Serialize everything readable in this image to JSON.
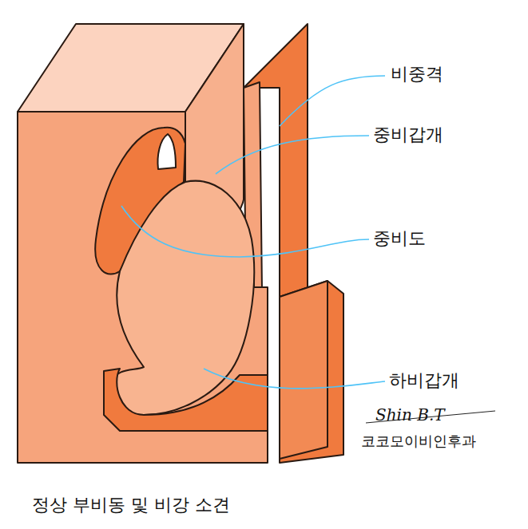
{
  "diagram": {
    "caption": "정상 부비동 및 비강 소견",
    "labels": [
      "비중격",
      "중비갑개",
      "중비도",
      "하비갑개",
      "Shin B.T",
      "코코모이비인후과"
    ]
  }
}
